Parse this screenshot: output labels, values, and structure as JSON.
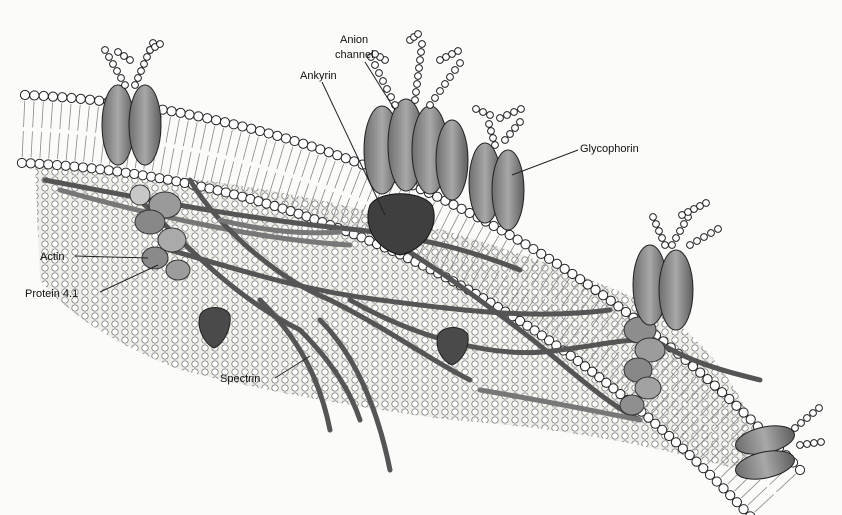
{
  "labels": {
    "anion_channel_line1": "Anion",
    "anion_channel_line2": "channel",
    "ankyrin": "Ankyrin",
    "glycophorin": "Glycophorin",
    "actin": "Actin",
    "protein_4_1": "Protein 4.1",
    "spectrin": "Spectrin"
  }
}
